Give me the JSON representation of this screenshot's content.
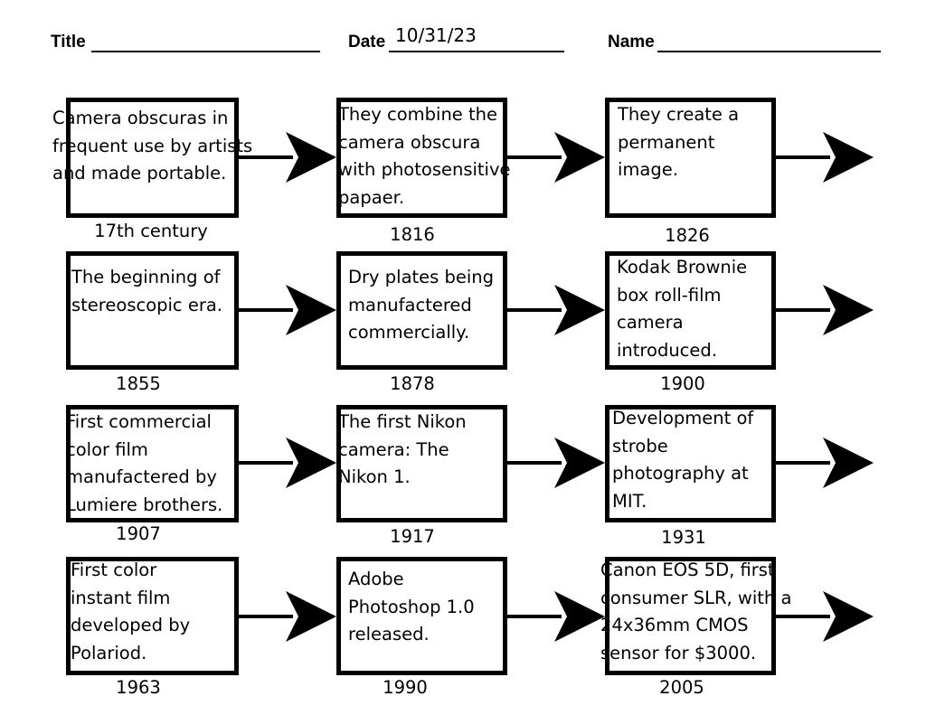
{
  "header": {
    "title_label": "Title",
    "date_label": "Date",
    "date_value": "10/31/23",
    "name_label": "Name"
  },
  "timeline": [
    {
      "text": "Camera obscuras in\nfrequent use by artists\nand made portable.",
      "year": "17th century"
    },
    {
      "text": "They combine the\ncamera obscura\nwith photosensitive\npapaer.",
      "year": "1816"
    },
    {
      "text": "They create a\npermanent\nimage.",
      "year": "1826"
    },
    {
      "text": "The beginning of\nstereoscopic era.",
      "year": "1855"
    },
    {
      "text": "Dry plates being\nmanufactered\ncommercially.",
      "year": "1878"
    },
    {
      "text": "Kodak Brownie\nbox roll-film\ncamera\nintroduced.",
      "year": "1900"
    },
    {
      "text": "First commercial\ncolor film\nmanufactered by\nLumiere brothers.",
      "year": "1907"
    },
    {
      "text": "The first Nikon\ncamera: The\nNikon 1.",
      "year": "1917"
    },
    {
      "text": "Development of\nstrobe\nphotography at\nMIT.",
      "year": "1931"
    },
    {
      "text": "First color\ninstant film\ndeveloped by\nPolariod.",
      "year": "1963"
    },
    {
      "text": "Adobe\nPhotoshop 1.0\nreleased.",
      "year": "1990"
    },
    {
      "text": "Canon EOS 5D, first\nconsumer SLR, with a\n24x36mm CMOS\nsensor for $3000.",
      "year": "2005"
    }
  ]
}
